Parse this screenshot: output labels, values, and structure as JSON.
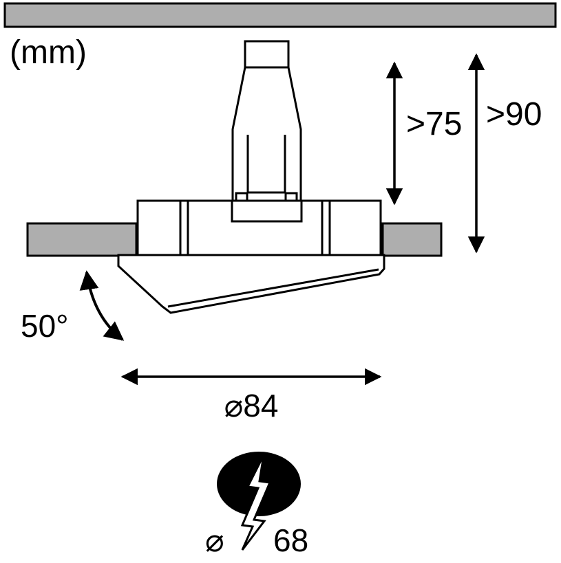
{
  "unit_label": "(mm)",
  "dimensions": {
    "recess_depth": ">75",
    "total_depth": ">90",
    "tilt_angle": "50°",
    "outer_diameter": "⌀84",
    "cutout_symbol": "⌀",
    "cutout_value": "68"
  },
  "icons": {
    "lightning_bolt": "electric-connection-lightning",
    "cutout_hole": "ceiling-cutout-hole"
  },
  "colors": {
    "ceiling_fill": "#aeaeae",
    "outline": "#000000",
    "hole_fill": "#000000",
    "background": "#ffffff"
  }
}
